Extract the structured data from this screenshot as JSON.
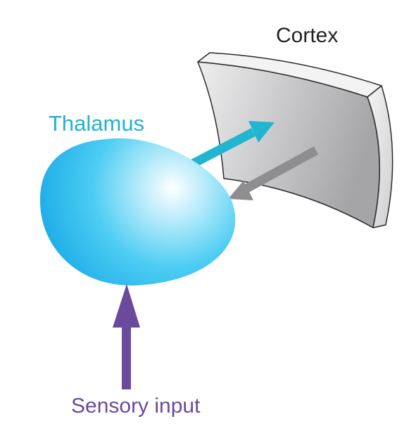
{
  "labels": {
    "cortex": "Cortex",
    "thalamus": "Thalamus",
    "sensory_input": "Sensory input"
  },
  "colors": {
    "background": "#ffffff",
    "cortex_label": "#222222",
    "thalamus_label": "#1fb4d0",
    "sensory_label": "#6a4a9c",
    "cortex_fill_light": "#eeeeef",
    "cortex_fill_dark": "#a5a5a8",
    "cortex_edge": "#2a2a2a",
    "thalamus_center": "#ffffff",
    "thalamus_mid": "#4dcdf3",
    "thalamus_outer": "#17a8e6",
    "arrow_to_cortex": "#22b5d0",
    "arrow_to_thalamus": "#8e8e90",
    "arrow_sensory": "#6a4a9c"
  }
}
